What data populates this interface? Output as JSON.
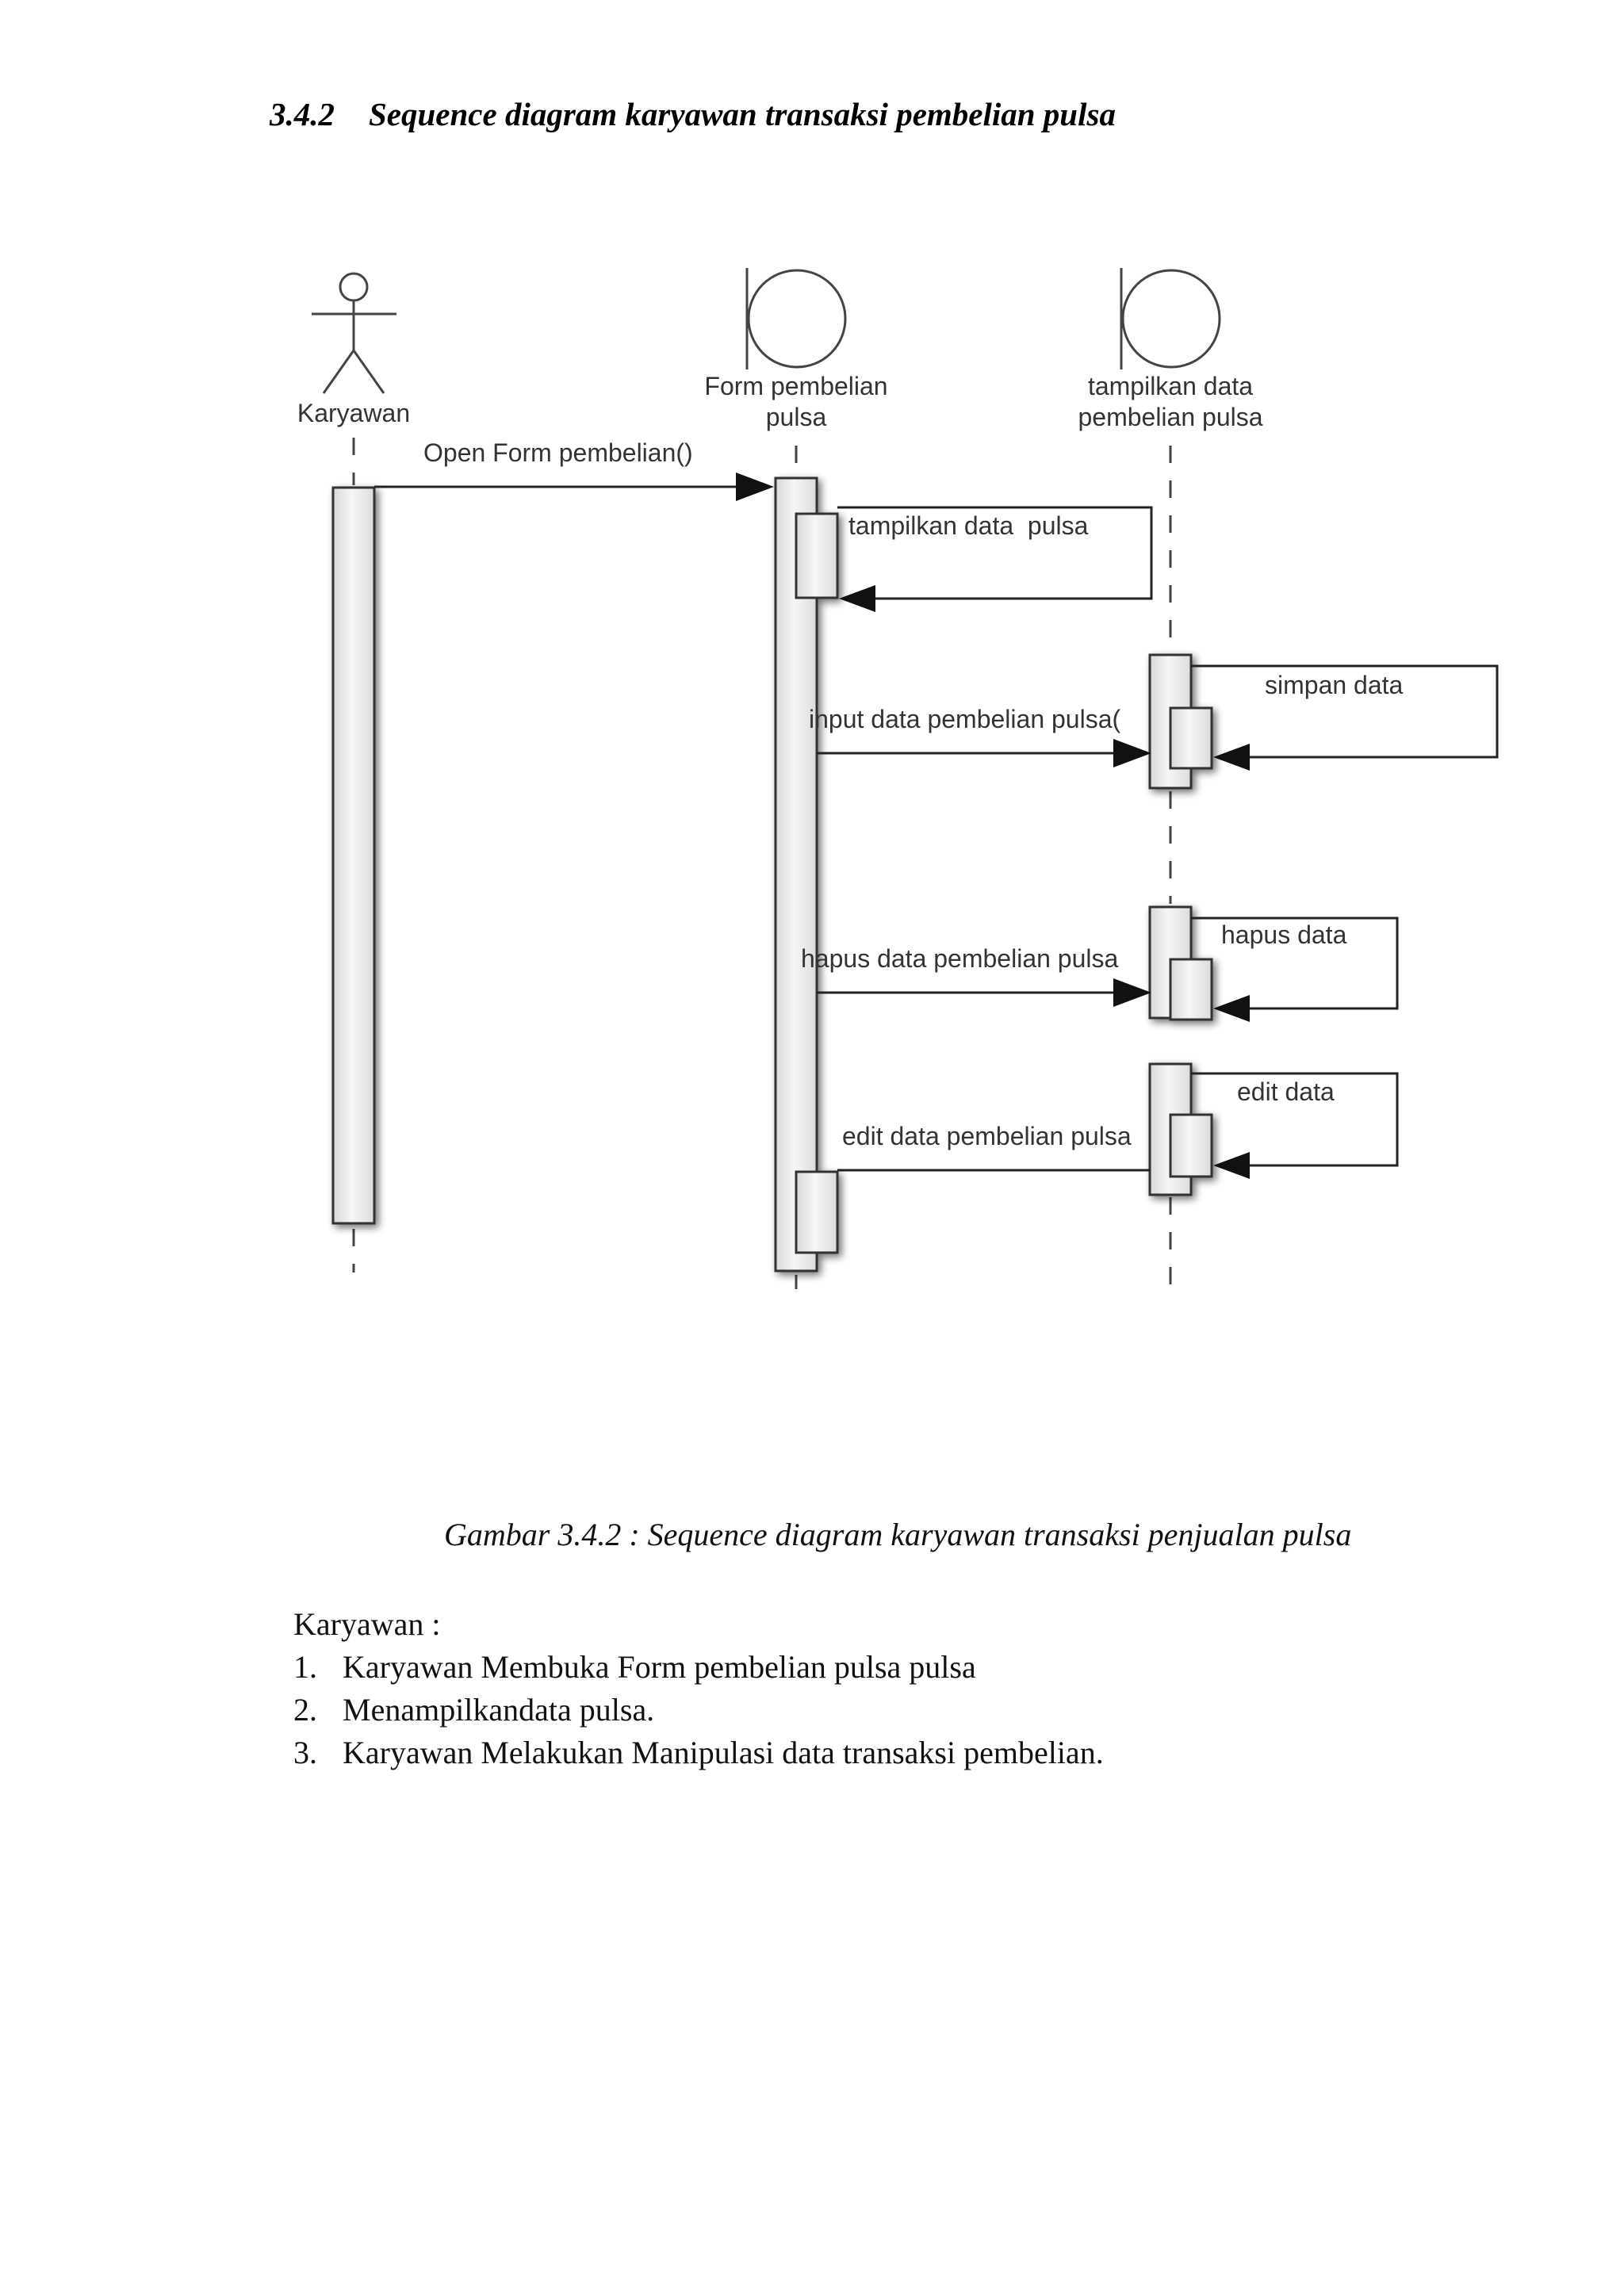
{
  "section": {
    "number": "3.4.2",
    "title": "Sequence diagram karyawan transaksi pembelian pulsa"
  },
  "diagram": {
    "lifelines": [
      {
        "label": "Karyawan",
        "kind": "actor"
      },
      {
        "line1": "Form pembelian",
        "line2": "pulsa",
        "kind": "boundary"
      },
      {
        "line1": "tampilkan data",
        "line2": "pembelian pulsa",
        "kind": "boundary"
      }
    ],
    "messages": [
      {
        "label": "Open Form pembelian()"
      },
      {
        "label": "tampilkan data  pulsa"
      },
      {
        "label": "simpan data"
      },
      {
        "label": "input data pembelian pulsa("
      },
      {
        "label": "hapus data"
      },
      {
        "label": "hapus data pembelian pulsa"
      },
      {
        "label": "edit data"
      },
      {
        "label": "edit data pembelian pulsa"
      }
    ]
  },
  "caption": "Gambar 3.4.2 : Sequence diagram karyawan transaksi penjualan pulsa",
  "description": {
    "intro": "Karyawan :",
    "items": [
      {
        "num": "1.",
        "text": "Karyawan Membuka Form pembelian pulsa pulsa"
      },
      {
        "num": "2.",
        "text": "Menampilkandata pulsa."
      },
      {
        "num": "3.",
        "text": "Karyawan Melakukan Manipulasi data transaksi pembelian."
      }
    ]
  }
}
